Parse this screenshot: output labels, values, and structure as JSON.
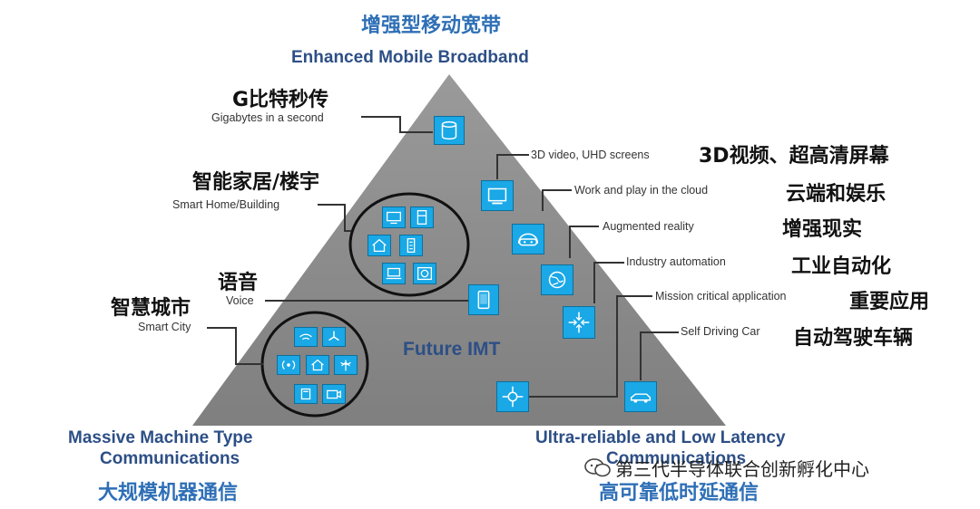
{
  "titles": {
    "top_zh": "增强型移动宽带",
    "top_en": "Enhanced Mobile Broadband",
    "left_en_1": "Massive Machine Type",
    "left_en_2": "Communications",
    "left_zh": "大规模机器通信",
    "right_en_1": "Ultra-reliable and Low Latency",
    "right_en_2": "Communications",
    "right_zh": "高可靠低时延通信",
    "center": "Future IMT"
  },
  "left_labels": [
    {
      "zh": "G比特秒传",
      "en": "Gigabytes in a second",
      "icon": "database-icon"
    },
    {
      "zh": "智能家居/楼宇",
      "en": "Smart Home/Building",
      "icon": "home-devices-icon"
    },
    {
      "zh": "语音",
      "en": "Voice",
      "icon": "phone-icon"
    },
    {
      "zh": "智慧城市",
      "en": "Smart City",
      "icon": "city-devices-icon"
    }
  ],
  "right_labels": [
    {
      "en": "3D video, UHD screens",
      "zh": "3D视频、超高清屏幕",
      "icon": "monitor-icon"
    },
    {
      "en": "Work and play in the cloud",
      "zh": "云端和娱乐",
      "icon": "cloud-icon"
    },
    {
      "en": "Augmented reality",
      "zh": "增强现实",
      "icon": "vr-headset-icon"
    },
    {
      "en": "Industry automation",
      "zh": "工业自动化",
      "icon": "globe-icon"
    },
    {
      "en": "Mission critical  application",
      "zh": "重要应用",
      "icon": "arrows-icon"
    },
    {
      "en": "Self Driving Car",
      "zh": "自动驾驶车辆",
      "icon": "car-icon"
    }
  ],
  "watermark": "第三代半导体联合创新孵化中心",
  "watermark_icon": "wechat-icon",
  "colors": {
    "triangle": "#8a8a8a",
    "icon_fill": "#1aa8e6",
    "title_blue": "#2e6fb6",
    "en_blue": "#2d4f86"
  }
}
